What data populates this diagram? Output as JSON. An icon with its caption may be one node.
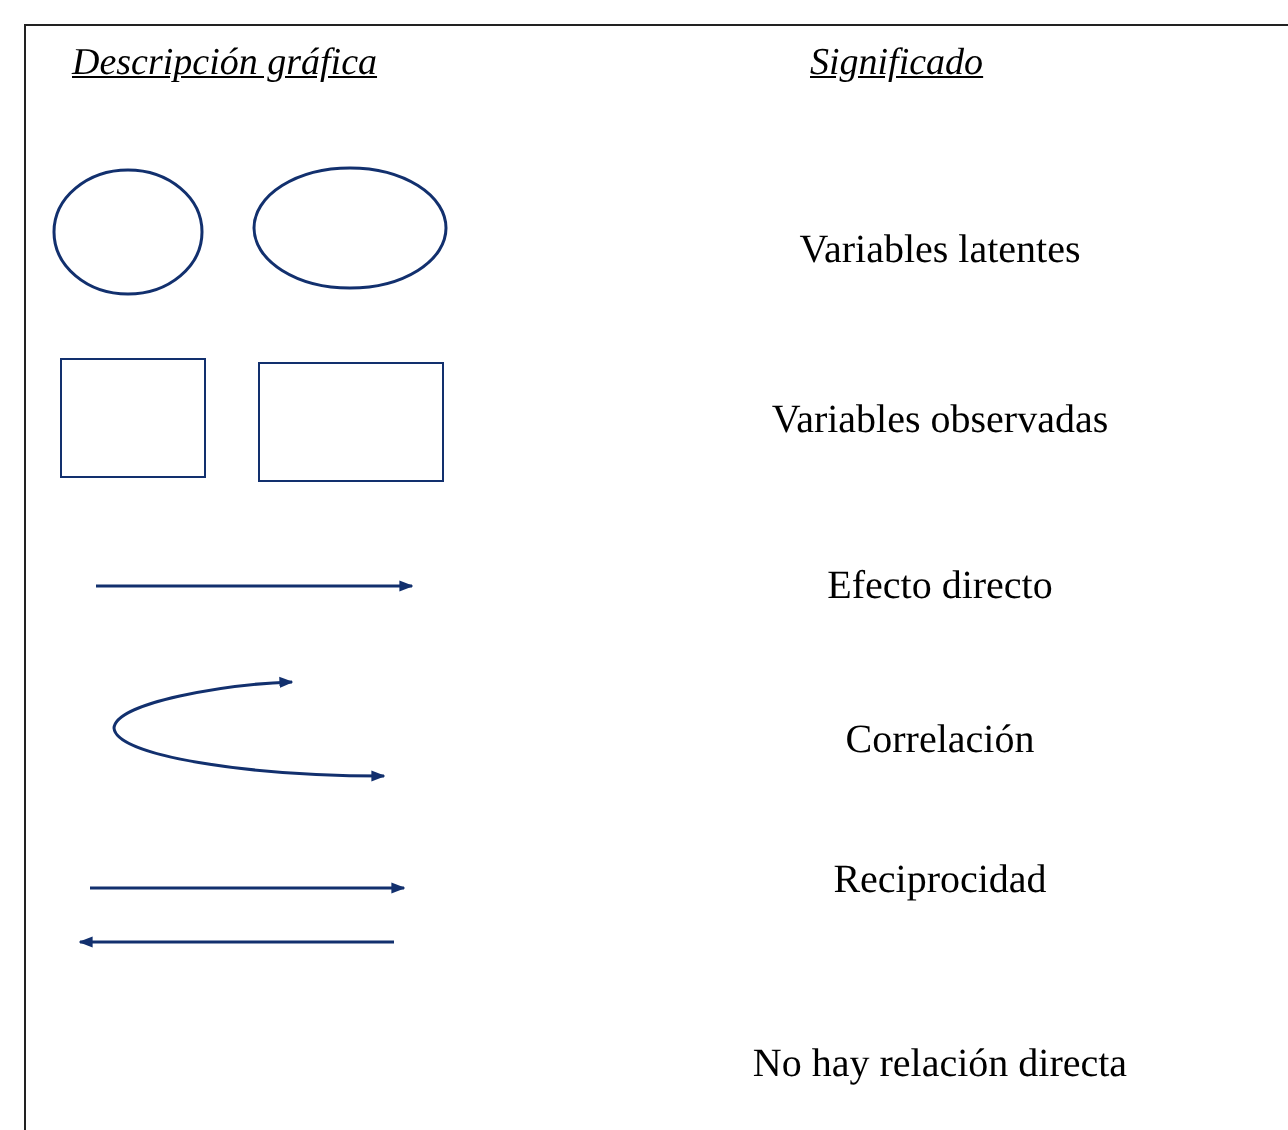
{
  "diagram": {
    "nodes": [
      {
        "text": [],
        "shape": "ellipse"
      },
      {
        "text": [],
        "shape": "ellipse"
      },
      {
        "text": [],
        "shape": "box"
      },
      {
        "text": [],
        "shape": "box"
      }
    ],
    "labels": [
      "Descripción gráfica",
      "Significado"
    ],
    "legend": [
      {
        "text": "Variables latentes"
      },
      {
        "text": "Variables observadas"
      },
      {
        "text": "Efecto directo"
      },
      {
        "text": "Correlación"
      },
      {
        "text": "Reciprocidad"
      },
      {
        "text": "No hay relación directa"
      }
    ]
  }
}
